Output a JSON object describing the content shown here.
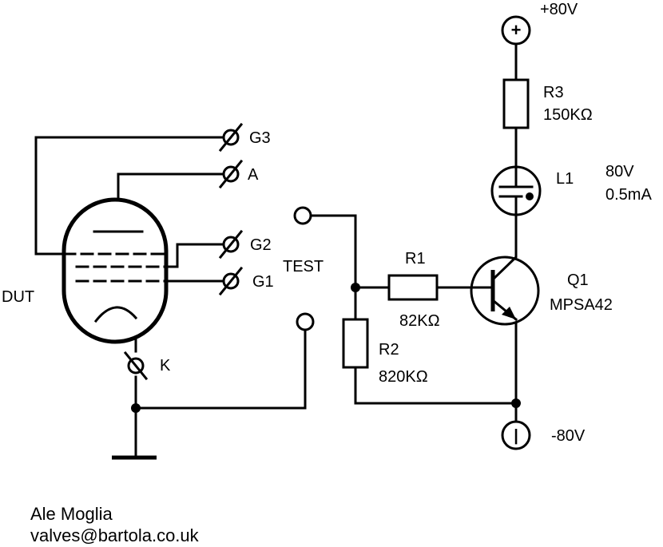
{
  "supply": {
    "positive_label": "+80V",
    "negative_label": "-80V",
    "positive_symbol": "+",
    "negative_symbol": "|"
  },
  "r3": {
    "name": "R3",
    "value": "150KΩ"
  },
  "l1": {
    "name": "L1",
    "voltage": "80V",
    "current": "0.5mA"
  },
  "r1": {
    "name": "R1",
    "value": "82KΩ"
  },
  "r2": {
    "name": "R2",
    "value": "820KΩ"
  },
  "q1": {
    "name": "Q1",
    "part": "MPSA42"
  },
  "dut": {
    "label": "DUT"
  },
  "terminals": {
    "g3": "G3",
    "a": "A",
    "g2": "G2",
    "g1": "G1",
    "k": "K"
  },
  "switch": {
    "label": "TEST"
  },
  "credits": {
    "author": "Ale Moglia",
    "email": "valves@bartola.co.uk"
  }
}
